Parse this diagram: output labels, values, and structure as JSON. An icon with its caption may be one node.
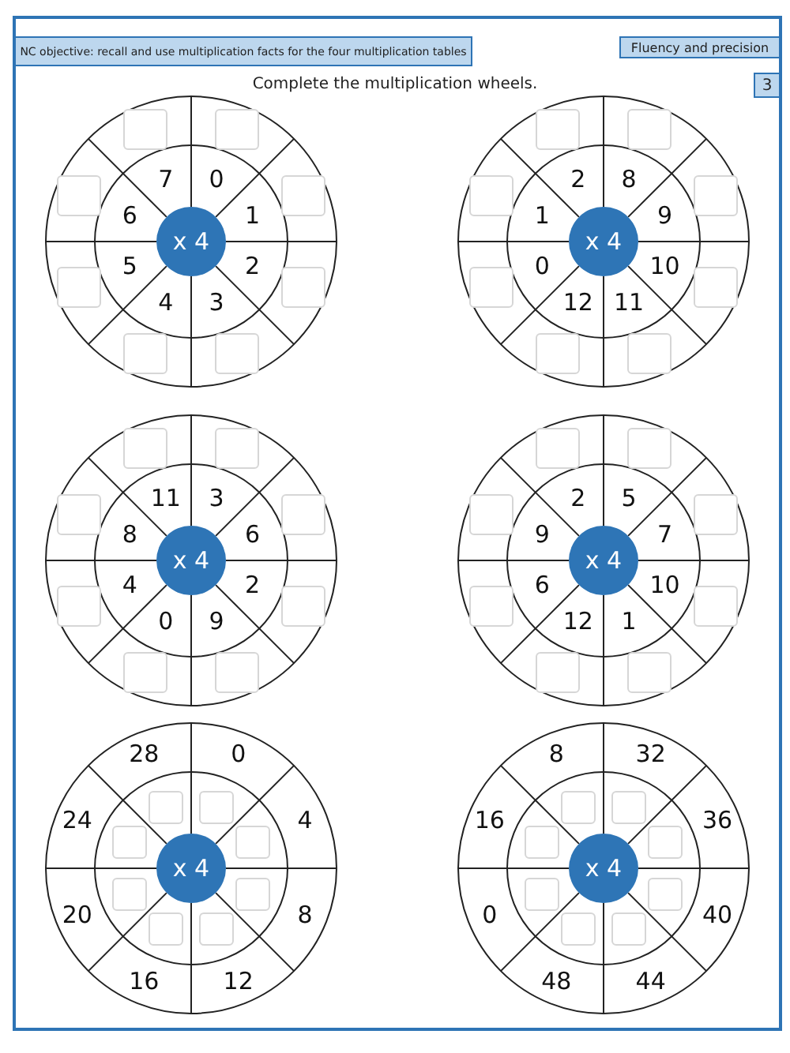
{
  "diagram": {
    "title": "Complete the multiplication wheels.",
    "nodes": [
      {
        "text": [
          "NC objective: recall and use multiplication facts for the four multiplication tables"
        ]
      },
      {
        "text": [
          "Fluency and precision"
        ]
      },
      {
        "text": [
          "3"
        ]
      },
      {
        "text": [
          "0",
          "1",
          "2",
          "3",
          "4",
          "5",
          "6",
          "7"
        ]
      },
      {
        "text": [
          "x 4"
        ],
        "in": 3
      },
      {
        "text": [
          "8",
          "9",
          "10",
          "11",
          "12",
          "0",
          "1",
          "2"
        ]
      },
      {
        "text": [
          "x 4"
        ],
        "in": 5
      },
      {
        "text": [
          "3",
          "6",
          "2",
          "9",
          "0",
          "4",
          "8",
          "11"
        ]
      },
      {
        "text": [
          "x 4"
        ],
        "in": 7
      },
      {
        "text": [
          "5",
          "7",
          "10",
          "1",
          "12",
          "6",
          "9",
          "2"
        ]
      },
      {
        "text": [
          "x 4"
        ],
        "in": 9
      },
      {
        "text": [
          "0",
          "4",
          "8",
          "12",
          "16",
          "20",
          "24",
          "28"
        ]
      },
      {
        "text": [
          "x 4"
        ],
        "in": 11
      },
      {
        "text": [
          "32",
          "36",
          "40",
          "44",
          "48",
          "0",
          "16",
          "8"
        ]
      },
      {
        "text": [
          "x 4"
        ],
        "in": 13
      }
    ]
  }
}
